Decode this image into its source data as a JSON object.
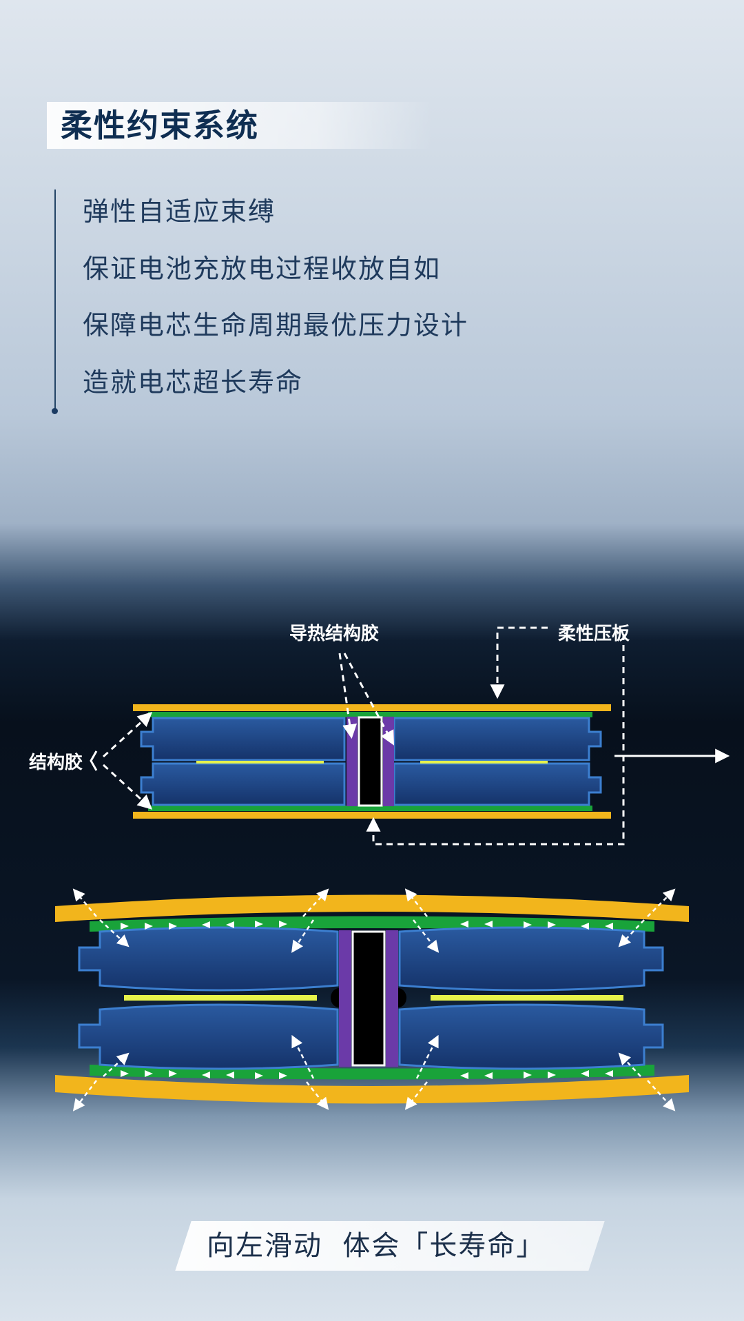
{
  "title": "柔性约束系统",
  "bullets": [
    "弹性自适应束缚",
    "保证电池充放电过程收放自如",
    "保障电芯生命周期最优压力设计",
    "造就电芯超长寿命"
  ],
  "diagram": {
    "labels": {
      "thermal_glue": "导热结构胶",
      "flexible_plate": "柔性压板",
      "structural_glue": "结构胶"
    }
  },
  "bottom_cta": "向左滑动  体会「长寿命」",
  "colors": {
    "plate": "#f2b51c",
    "glue": "#19a33a",
    "cell": "#1e4686",
    "spacer": "#6b3aa8",
    "accent_line": "#e8f34a"
  }
}
